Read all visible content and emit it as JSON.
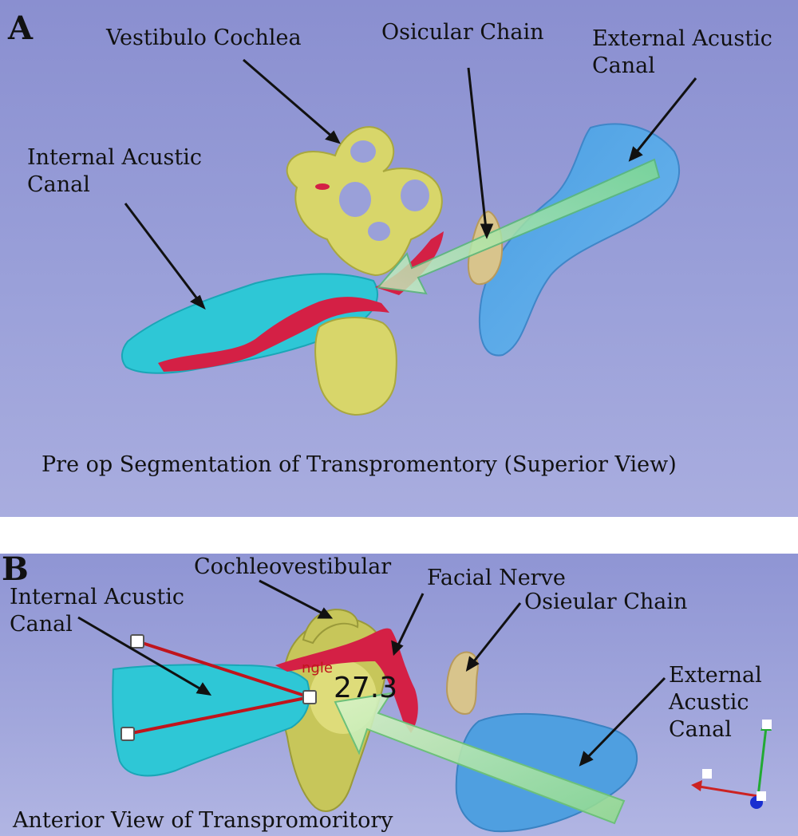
{
  "panel_a": {
    "letter": "A",
    "labels": {
      "vestibulo_cochlea": "Vestibulo Cochlea",
      "osicular_chain": "Osicular Chain",
      "external_canal": "External Acustic\nCanal",
      "internal_canal": "Internal Acustic\nCanal"
    },
    "caption": "Pre op Segmentation of Transpromentory (Superior View)"
  },
  "panel_b": {
    "letter": "B",
    "labels": {
      "cochleovestibular": "Cochleovestibular",
      "internal_canal": "Internal Acustic\nCanal",
      "facial_nerve": "Facial Nerve",
      "osieular_chain": "Osieular Chain",
      "external_canal": "External\nAcustic\nCanal"
    },
    "angle_tag": "ngle",
    "angle_value": "27.3",
    "caption": "Anterior View of Transpromoritory"
  },
  "colors": {
    "cochlea": "#d8d66a",
    "internal_canal": "#2ec7d6",
    "external_canal": "#5aa8e6",
    "facial_nerve": "#d42045",
    "ossicle": "#d8c48c",
    "arrow": "#9fe0a0"
  }
}
